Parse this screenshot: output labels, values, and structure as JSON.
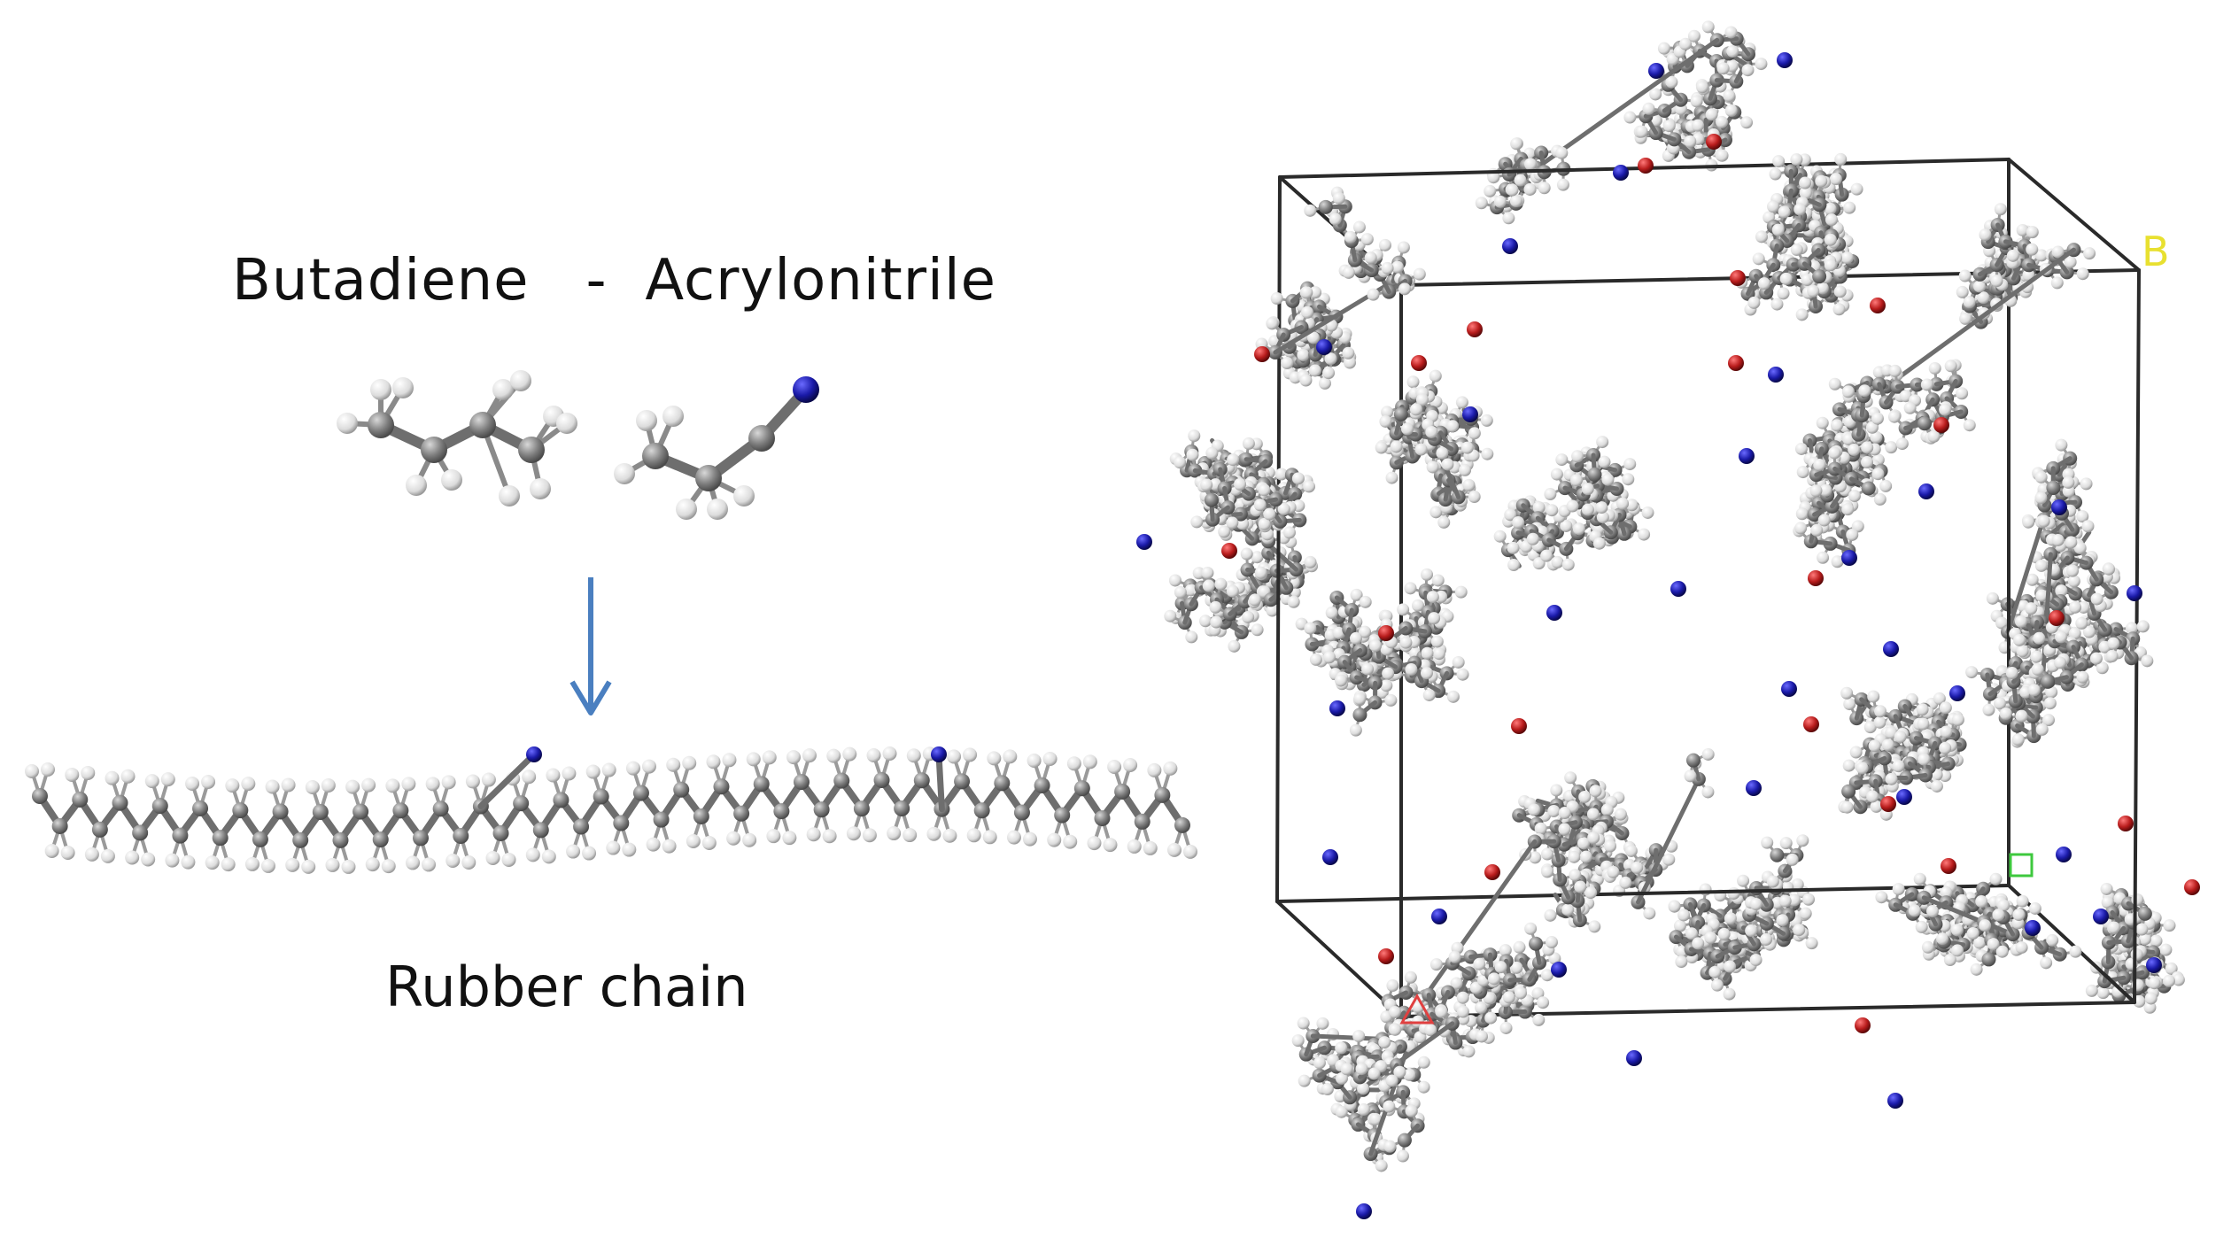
{
  "labels": {
    "monomers": "Butadiene   -  Acrylonitrile",
    "chain": "Rubber chain",
    "axis_b": "B"
  },
  "colors": {
    "carbon": "#8c8c8c",
    "hydrogen": "#e8e8e8",
    "nitrogen": "#1a1aa8",
    "oxygen": "#b81c1c",
    "arrow": "#4a7fc0",
    "box": "#2a2a2a",
    "axis_b": "#e8e030",
    "axis_c": "#3ec83e",
    "axis_a": "#e04040"
  },
  "icons": {
    "arrow": "down-arrow-icon",
    "butadiene": "butadiene-molecule-icon",
    "acrylonitrile": "acrylonitrile-molecule-icon",
    "chain": "rubber-chain-molecule-icon",
    "cell": "amorphous-cell-molecule-icon"
  }
}
